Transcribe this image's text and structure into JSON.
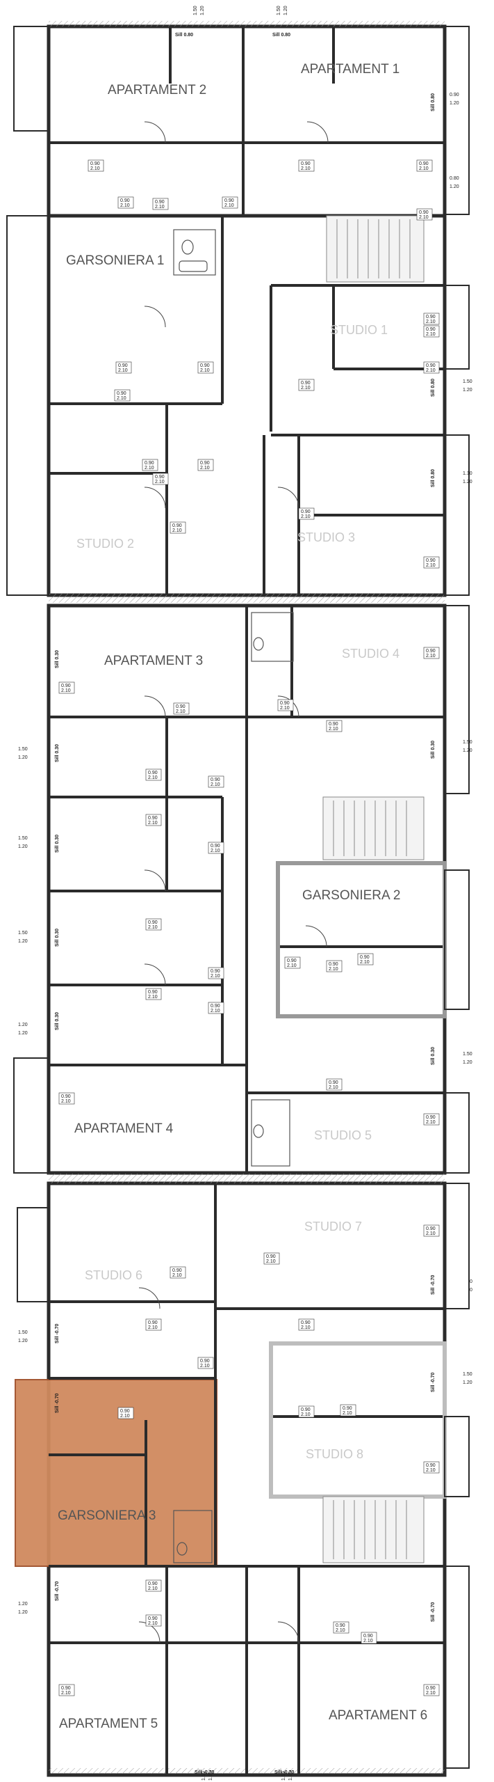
{
  "rooms": {
    "apartament_1": "APARTAMENT 1",
    "apartament_2": "APARTAMENT 2",
    "apartament_3": "APARTAMENT 3",
    "apartament_4": "APARTAMENT 4",
    "apartament_5": "APARTAMENT 5",
    "apartament_6": "APARTAMENT 6",
    "garsoniera_1": "GARSONIERA 1",
    "garsoniera_2": "GARSONIERA  2",
    "garsoniera_3": "GARSONIERA  3",
    "studio_1": "STUDIO 1",
    "studio_2": "STUDIO 2",
    "studio_3": "STUDIO 3",
    "studio_4": "STUDIO 4",
    "studio_5": "STUDIO 5",
    "studio_6": "STUDIO 6",
    "studio_7": "STUDIO 7",
    "studio_8": "STUDIO 8"
  },
  "sill_labels": {
    "top_left": "Sill 0.80",
    "top_right": "Sill 0.80",
    "sill_080": "Sill 0.80",
    "sill_030": "Sill 0.30",
    "sill_070": "Sill -0.70",
    "bottom_left": "Sill -0.70",
    "bottom_right": "Sill -0.70"
  },
  "dimensions": {
    "d_150": "1.50",
    "d_120": "1.20",
    "d_090": "0.90",
    "d_210": "2.10",
    "d_080": "0.80",
    "d_110": "1.10",
    "d_0": "0"
  },
  "colors": {
    "wall": "#2b2b2b",
    "highlight_fill": "#d08a5e",
    "highlight_stroke": "#a0502a",
    "hatch": "#9a9a9a",
    "grey_wall": "#bdbdbd"
  }
}
